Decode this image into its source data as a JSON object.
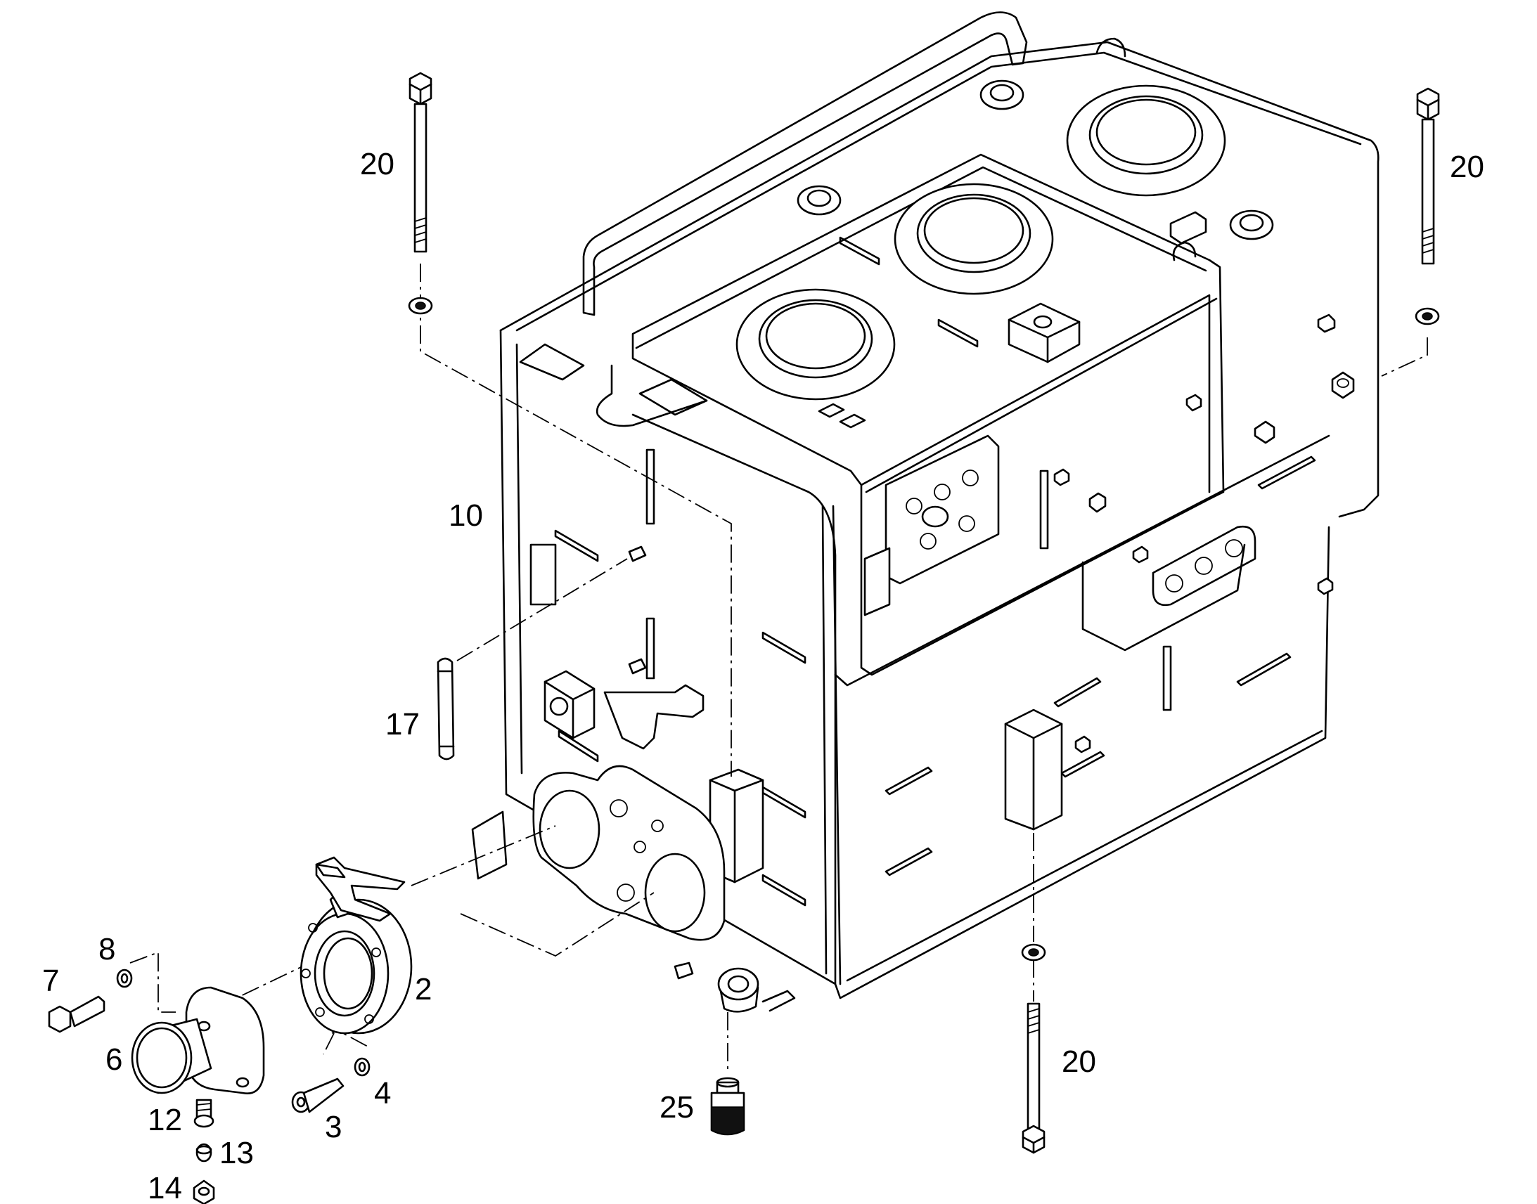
{
  "callouts": [
    {
      "id": "c20a",
      "text": "20"
    },
    {
      "id": "c20b",
      "text": "20"
    },
    {
      "id": "c20c",
      "text": "20"
    },
    {
      "id": "c10",
      "text": "10"
    },
    {
      "id": "c17",
      "text": "17"
    },
    {
      "id": "c2",
      "text": "2"
    },
    {
      "id": "c8",
      "text": "8"
    },
    {
      "id": "c7",
      "text": "7"
    },
    {
      "id": "c6",
      "text": "6"
    },
    {
      "id": "c4",
      "text": "4"
    },
    {
      "id": "c3",
      "text": "3"
    },
    {
      "id": "c12",
      "text": "12"
    },
    {
      "id": "c13",
      "text": "13"
    },
    {
      "id": "c14",
      "text": "14"
    },
    {
      "id": "c25",
      "text": "25"
    }
  ]
}
